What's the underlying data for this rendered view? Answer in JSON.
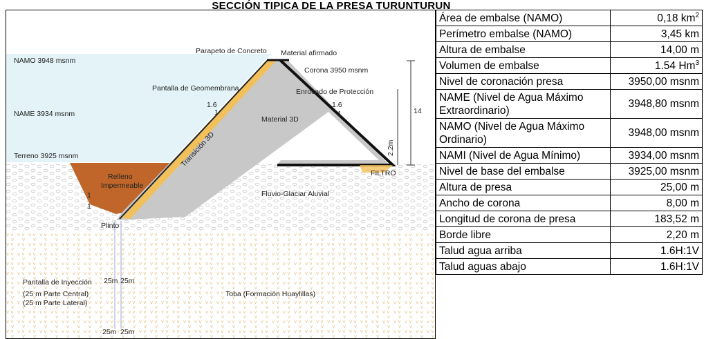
{
  "title": "SECCIÓN TIPICA DE LA PRESA TURUNTURUN",
  "diagram": {
    "labels": {
      "namo": "NAMO 3948 msnm",
      "name": "NAME 3934 msnm",
      "terreno": "Terreno 3925 msnm",
      "parapeto": "Parapeto de Concreto",
      "material_afirmado": "Material afirmado",
      "corona": "Corona 3950 msnm",
      "pantalla_geomembrana": "Pantalla de Geomembrana",
      "enrocado": "Enrocado de Protección",
      "material_3d": "Material 3D",
      "transicion": "Transición 3D",
      "relleno_1": "Relleno",
      "relleno_2": "Impermeable",
      "filtro": "FILTRO",
      "fluvio": "Fluvio-Glaciar Aluvial",
      "plinto": "Plinto",
      "pantalla_inyeccion": "Pantalla de Inyección",
      "parte_central": "(25 m Parte Central)",
      "parte_lateral": "(25 m Parte Lateral)",
      "toba": "Toba (Formación Huaylillas)",
      "d25a": "25m",
      "d25b": "25m",
      "d25c": "25m",
      "d25d": "25m",
      "slope_up_h": "1.6",
      "slope_up_v": "1",
      "slope_dn_h": "1.6",
      "slope_dn_v": "1",
      "slope_rel_h": "1",
      "slope_rel_v": "1",
      "h_right": "14",
      "h_right2": "2.2m"
    }
  },
  "table": {
    "rows": [
      {
        "label": "Área de embalse (NAMO)",
        "value": "0,18 km",
        "sup": "2"
      },
      {
        "label": "Perímetro embalse (NAMO)",
        "value": "3,45 km"
      },
      {
        "label": "Altura de embalse",
        "value": "14,00 m"
      },
      {
        "label": "Volumen de embalse",
        "value": "1.54 Hm",
        "sup": "3"
      },
      {
        "label": "Nivel de coronación presa",
        "value": "3950,00 msnm"
      },
      {
        "label": "NAME (Nivel de Agua Máximo Extraordinario)",
        "value": "3948,80 msnm",
        "tall": true
      },
      {
        "label": "NAMO (Nivel de Agua Máximo Ordinario)",
        "value": "3948,00 msnm",
        "tall": true
      },
      {
        "label": "NAMI (Nivel de Agua Mínimo)",
        "value": "3934,00 msnm"
      },
      {
        "label": "Nivel de base del embalse",
        "value": "3925,00 msnm"
      },
      {
        "label": "Altura de presa",
        "value": "25,00 m"
      },
      {
        "label": "Ancho de corona",
        "value": "8,00 m"
      },
      {
        "label": "Longitud de corona de presa",
        "value": "183,52 m"
      },
      {
        "label": "Borde libre",
        "value": "2,20 m"
      },
      {
        "label": "Talud agua arriba",
        "value": "1.6H:1V"
      },
      {
        "label": "Talud aguas abajo",
        "value": "1.6H:1V"
      }
    ]
  }
}
